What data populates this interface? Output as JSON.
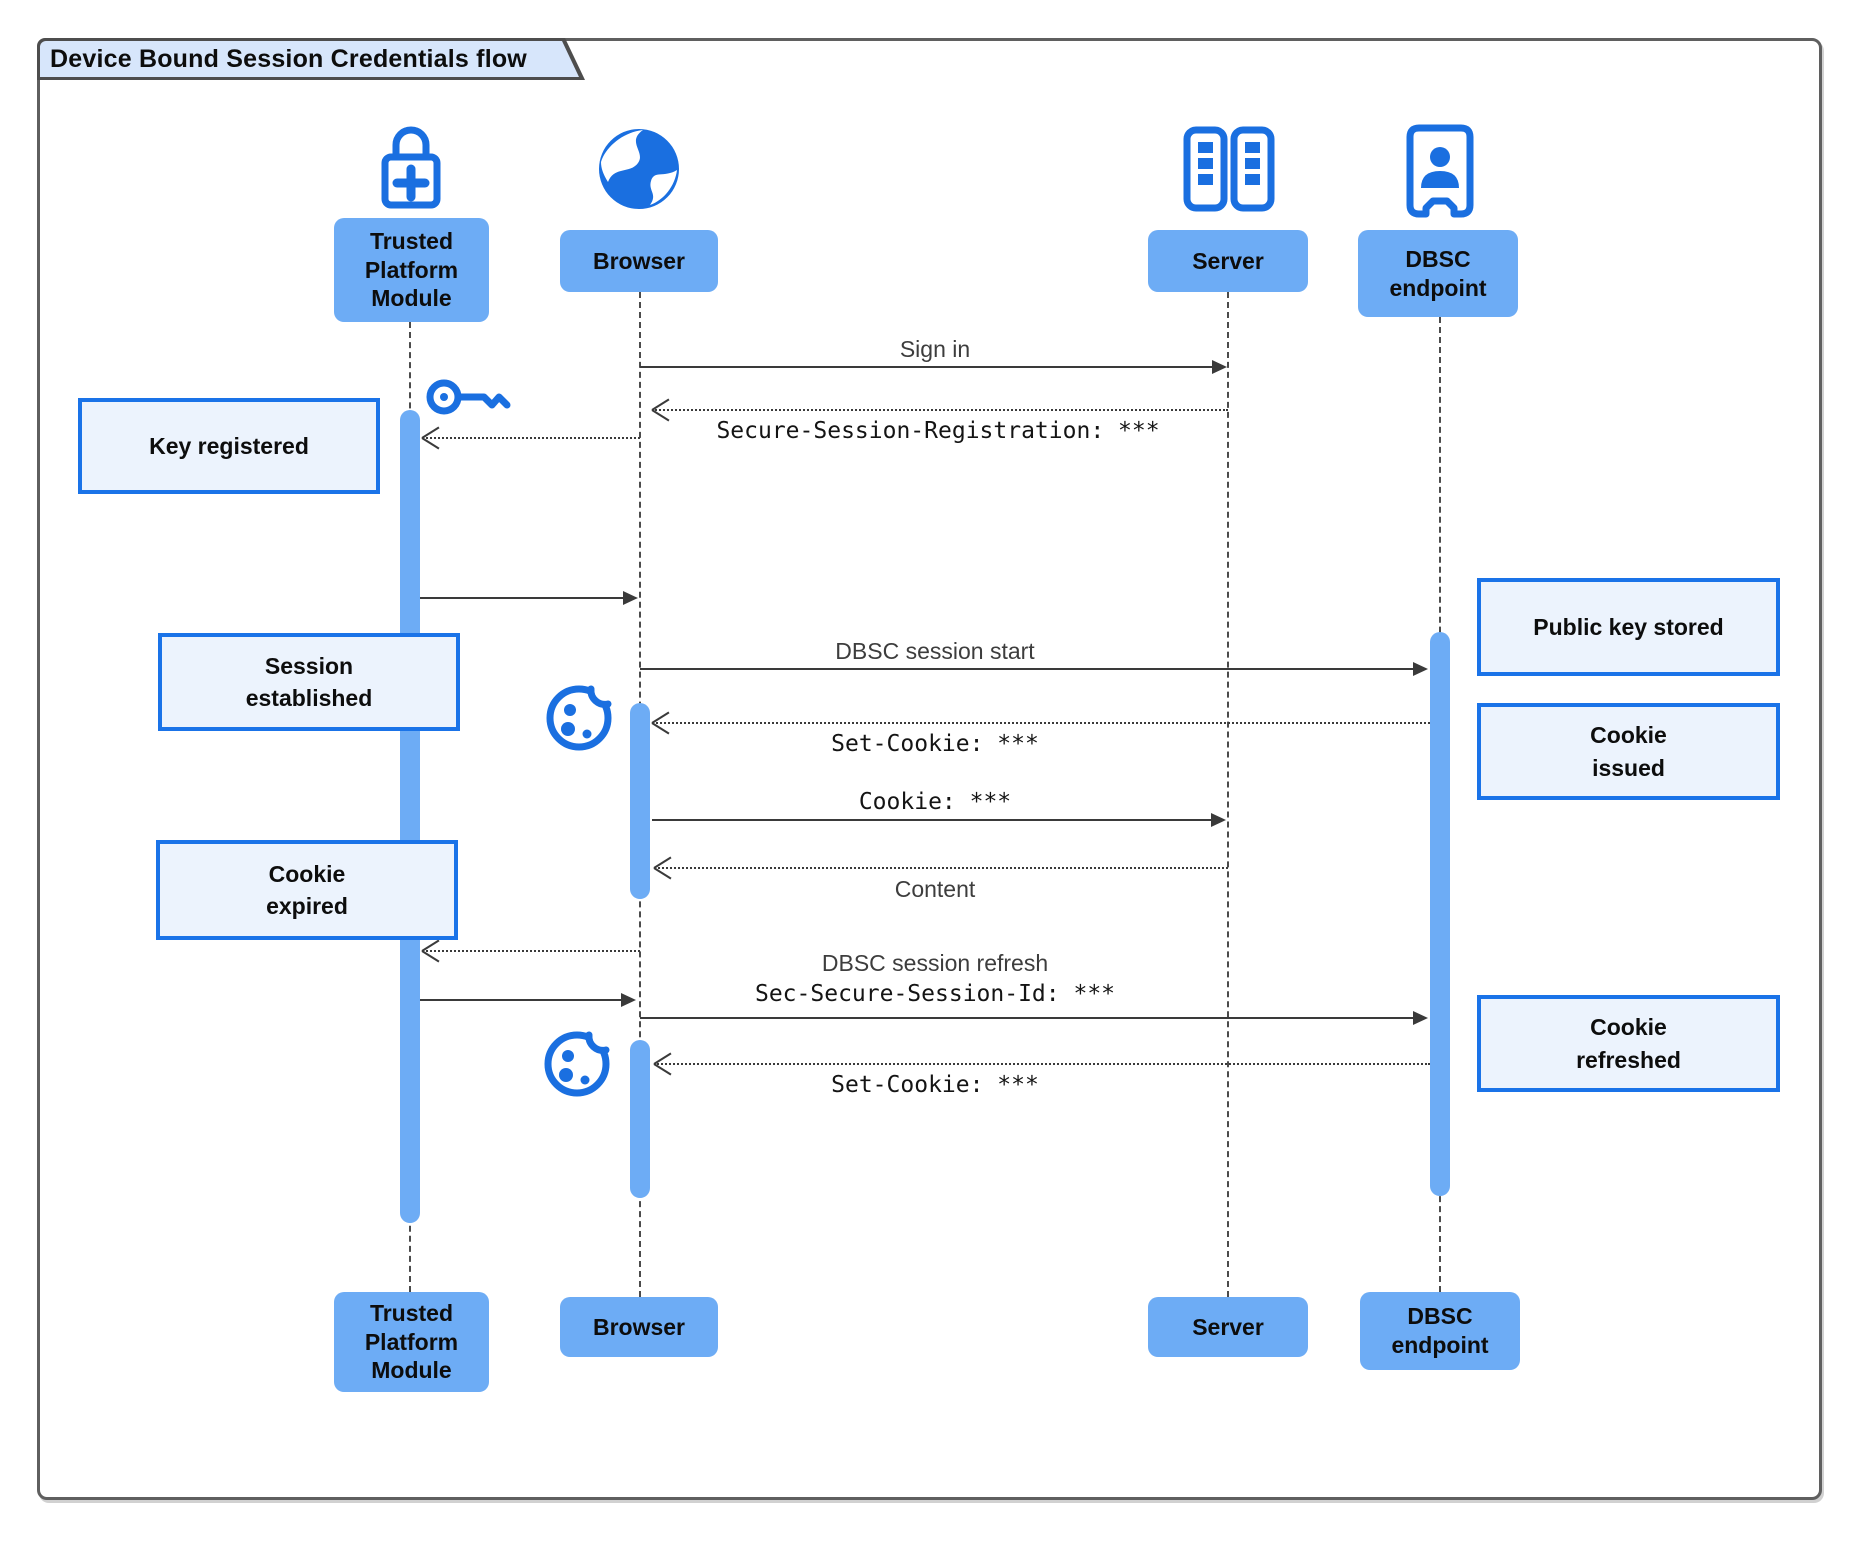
{
  "title": "Device Bound Session Credentials flow",
  "actors": {
    "tpm": {
      "label": "Trusted\nPlatform\nModule"
    },
    "browser": {
      "label": "Browser"
    },
    "server": {
      "label": "Server"
    },
    "dbsc": {
      "label": "DBSC\nendpoint"
    }
  },
  "messages": {
    "sign_in": "Sign in",
    "secure_session_registration": "Secure-Session-Registration: ***",
    "dbsc_session_start": "DBSC session start",
    "set_cookie_1": "Set-Cookie: ***",
    "cookie": "Cookie: ***",
    "content": "Content",
    "dbsc_session_refresh": "DBSC session refresh",
    "sec_secure_session_id": "Sec-Secure-Session-Id: ***",
    "set_cookie_2": "Set-Cookie: ***"
  },
  "notes": {
    "key_registered": "Key registered",
    "session_established": "Session\nestablished",
    "cookie_expired": "Cookie\nexpired",
    "public_key_stored": "Public key stored",
    "cookie_issued": "Cookie\nissued",
    "cookie_refreshed": "Cookie\nrefreshed"
  },
  "icons": {
    "tpm": "lock-plus-icon",
    "browser": "globe-icon",
    "server": "server-towers-icon",
    "dbsc": "door-person-icon",
    "key": "key-icon",
    "cookie": "cookie-icon"
  },
  "colors": {
    "accent_icon_blue": "#1a6fe0",
    "actor_fill": "#6dacf5",
    "activation_fill": "#6dacf5",
    "note_fill": "#ecf3fd",
    "note_border": "#1a73e8",
    "title_tab_fill": "#d7e6fb",
    "frame_border": "#5f5f5f",
    "line_color": "#3a3a3a"
  }
}
